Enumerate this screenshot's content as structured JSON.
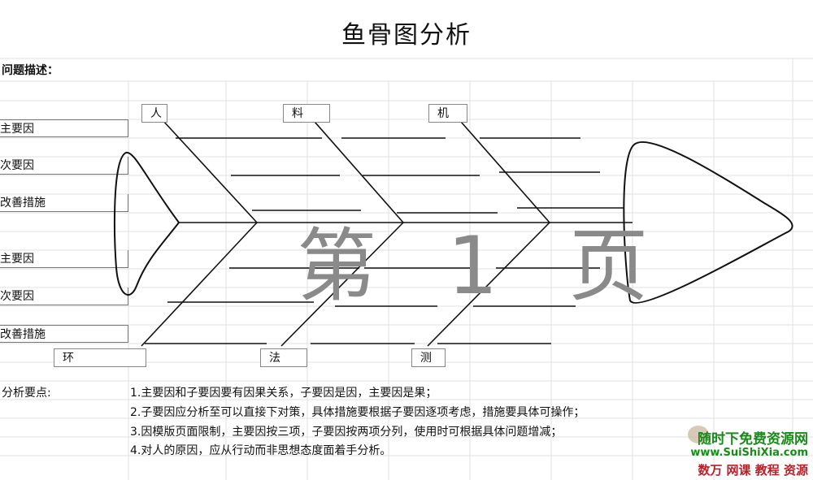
{
  "title": "鱼骨图分析",
  "problem_label": "问题描述：",
  "row_labels": [
    "主要因",
    "次要因",
    "改善措施",
    "主要因",
    "次要因",
    "改善措施"
  ],
  "categories": {
    "top": [
      "人",
      "料",
      "机"
    ],
    "bottom": [
      "环",
      "法",
      "测"
    ]
  },
  "watermark": "第 1 页",
  "notes_label": "分析要点:",
  "notes": [
    "1.主要因和子要因要有因果关系，子要因是因，主要因是果；",
    "2.子要因应分析至可以直接下对策，具体措施要根据子要因逐项考虑，措施要具体可操作；",
    "3.因模版页面限制，主要因按三项，子要因按两项分列，使用时可根据具体问题增减；",
    "4.对人的原因，应从行动而非思想态度面着手分析。"
  ],
  "site_logo": {
    "line1": "随时下免费资源网",
    "line2": "www.SuiShiXia.com",
    "line3": "数万 网课 教程 资源"
  },
  "colors": {
    "watermark": "#8a8a8a",
    "logo_green": "#1a8a1a",
    "logo_red": "#b8202a"
  }
}
